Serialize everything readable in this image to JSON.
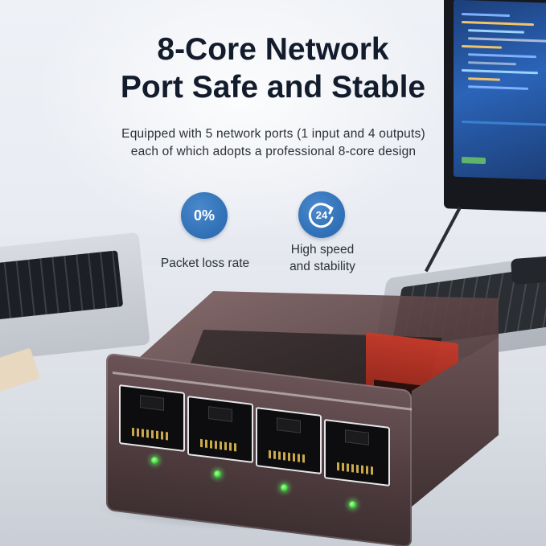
{
  "headline": {
    "line1": "8-Core Network",
    "line2": "Port Safe and Stable"
  },
  "description": {
    "line1": "Equipped with 5 network ports (1 input and 4 outputs)",
    "line2": "each of which adopts a professional 8-core design"
  },
  "features": [
    {
      "badge_text": "0%",
      "icon": "percent-badge",
      "label_line1": "Packet loss rate",
      "label_line2": ""
    },
    {
      "badge_text": "24",
      "icon": "24-hour-clock-icon",
      "label_line1": "High speed",
      "label_line2": "and stability"
    }
  ],
  "device": {
    "output_ports": 4,
    "input_ports": 1,
    "led_color": "#37d23a",
    "case_color": "#5a4346",
    "input_jack_color": "#c83b2b"
  },
  "colors": {
    "badge": "#2f6fb5",
    "headline": "#121c2c",
    "body_text": "#2b3138"
  }
}
